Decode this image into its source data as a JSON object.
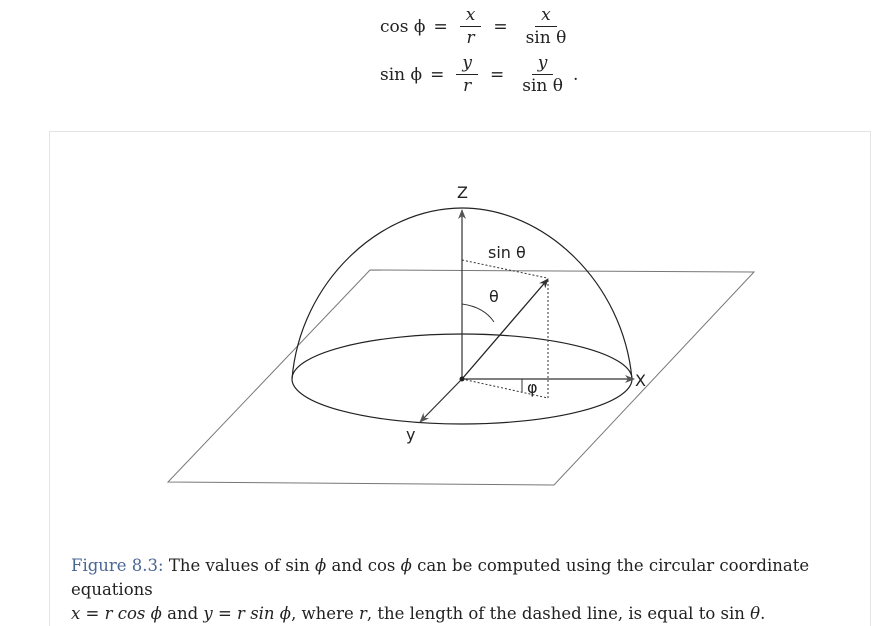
{
  "equations": {
    "cos_row": {
      "lhs": "cos ϕ",
      "eq1": "=",
      "frac1_num": "x",
      "frac1_den": "r",
      "eq2": "=",
      "frac2_num": "x",
      "frac2_den": "sin θ"
    },
    "sin_row": {
      "lhs": "sin ϕ",
      "eq1": "=",
      "frac1_num": "y",
      "frac1_den": "r",
      "eq2": "=",
      "frac2_num": "y",
      "frac2_den": "sin θ",
      "end": "."
    }
  },
  "figure": {
    "labels": {
      "z_axis": "Z",
      "x_axis": "X",
      "y_axis": "y",
      "sin_theta": "sin θ",
      "theta": "θ",
      "phi": "φ"
    },
    "caption": {
      "label": "Figure 8.3:",
      "text_1": " The values of sin ",
      "phi_1": "ϕ",
      "text_2": " and cos ",
      "phi_2": "ϕ",
      "text_3": " can be computed using the circular coordinate equations",
      "eq_x": "x = r cos ϕ",
      "text_4": " and ",
      "eq_y": "y = r sin ϕ",
      "text_5": ", where ",
      "r": "r",
      "text_6": ", the length of the dashed line, is equal to sin ",
      "theta": "θ",
      "text_7": "."
    }
  },
  "colors": {
    "caption_label": "#4a6694",
    "line": "#222222",
    "plane": "#777777",
    "card_border": "#e4e4e4"
  }
}
